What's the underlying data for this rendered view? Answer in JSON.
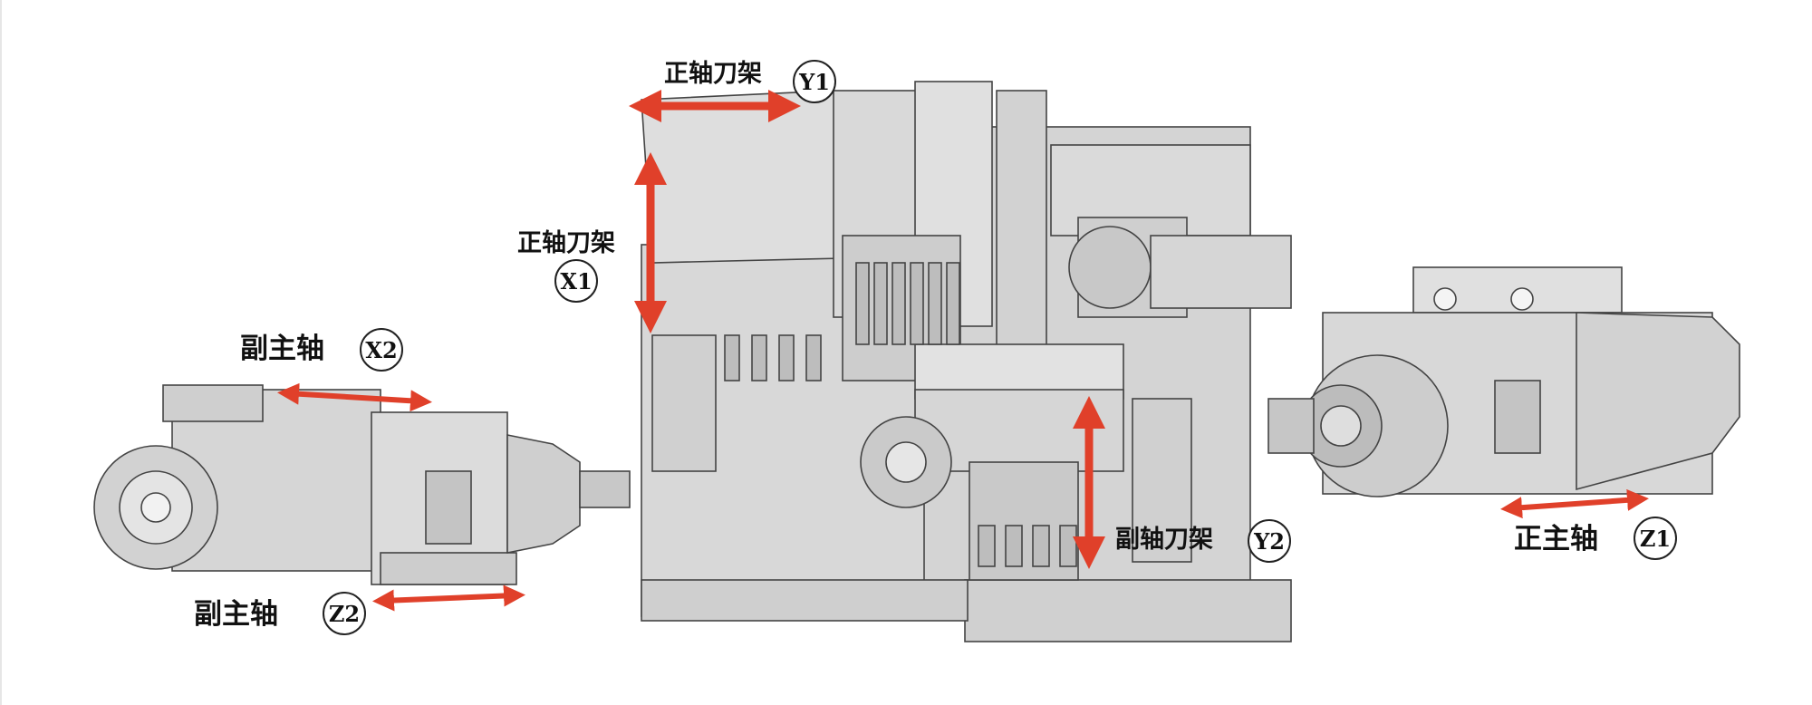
{
  "labels": {
    "y1": {
      "text": "正轴刀架",
      "axis": "Y1"
    },
    "x1": {
      "text": "正轴刀架",
      "axis": "X1"
    },
    "x2": {
      "text": "副主轴",
      "axis": "X2"
    },
    "z2": {
      "text": "副主轴",
      "axis": "Z2"
    },
    "y2": {
      "text": "副轴刀架",
      "axis": "Y2"
    },
    "z1": {
      "text": "正主轴",
      "axis": "Z1"
    }
  },
  "colors": {
    "arrow": "#e0402a",
    "machine": "#dcdcdc",
    "outline": "#444444"
  }
}
